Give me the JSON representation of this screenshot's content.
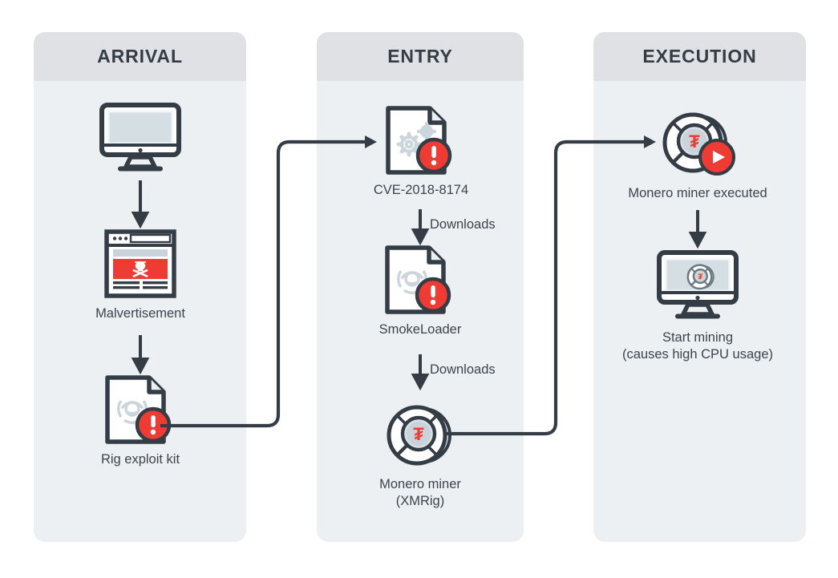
{
  "diagram": {
    "title_hidden": "",
    "background": "#FFFFFF",
    "accent_red": "#EE3B33",
    "ink": "#343C45",
    "panel_body": "#ECF0F3",
    "panel_header": "#DFE1E5"
  },
  "columns": [
    {
      "id": "arrival",
      "label": "ARRIVAL"
    },
    {
      "id": "entry",
      "label": "ENTRY"
    },
    {
      "id": "execution",
      "label": "EXECUTION"
    }
  ],
  "nodes": {
    "arrival": [
      {
        "icon": "desktop-monitor-icon",
        "caption": ""
      },
      {
        "icon": "browser-malvertisement-icon",
        "caption": "Malvertisement"
      },
      {
        "icon": "document-biohazard-alert-icon",
        "caption": "Rig exploit kit"
      }
    ],
    "entry": [
      {
        "icon": "document-gears-alert-icon",
        "caption": "CVE-2018-8174"
      },
      {
        "icon": "document-biohazard-alert-icon",
        "caption": "SmokeLoader"
      },
      {
        "icon": "monero-coin-magnifier-icon",
        "caption": "Monero miner\n(XMRig)"
      }
    ],
    "execution": [
      {
        "icon": "monero-coin-play-icon",
        "caption": "Monero miner executed"
      },
      {
        "icon": "monitor-mining-icon",
        "caption": "Start mining\n(causes high CPU usage)"
      }
    ]
  },
  "arrow_labels": {
    "entry_downloads_1": "Downloads",
    "entry_downloads_2": "Downloads"
  }
}
